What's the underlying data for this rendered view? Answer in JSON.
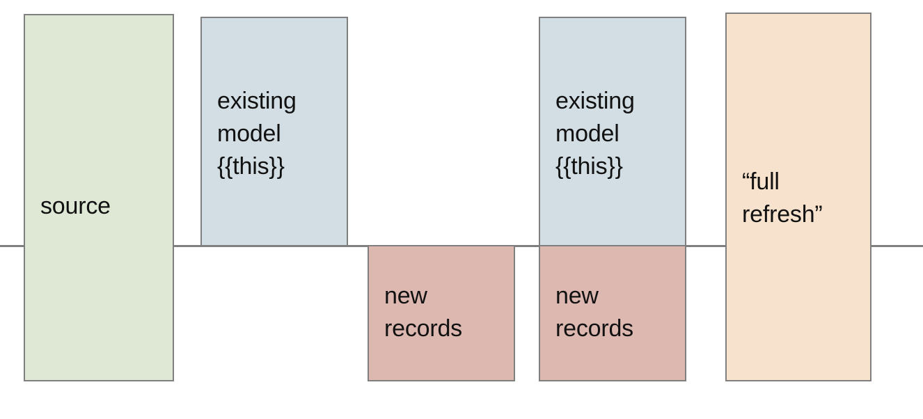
{
  "diagram": {
    "title": "incremental model full refresh diagram",
    "background_color": "#ffffff",
    "divider": {
      "name": "horizontal-axis-line",
      "color": "#7f7f7f"
    },
    "nodes": [
      {
        "id": "source",
        "label": "source",
        "fill": "#dfe8d5",
        "stroke": "#7f7f7f",
        "position": "spans above and below the line"
      },
      {
        "id": "existing-model-1",
        "label": "existing\nmodel\n{{this}}",
        "fill": "#d2dee3",
        "stroke": "#7f7f7f",
        "position": "above the line"
      },
      {
        "id": "new-records-1",
        "label": "new\nrecords",
        "fill": "#ddb8b1",
        "stroke": "#7f7f7f",
        "position": "below the line"
      },
      {
        "id": "existing-model-2",
        "label": "existing\nmodel\n{{this}}",
        "fill": "#d2dee3",
        "stroke": "#7f7f7f",
        "position": "above the line"
      },
      {
        "id": "new-records-2",
        "label": "new\nrecords",
        "fill": "#ddb8b1",
        "stroke": "#7f7f7f",
        "position": "below the line"
      },
      {
        "id": "full-refresh",
        "label": "“full\nrefresh”",
        "fill": "#f7e3cd",
        "stroke": "#7f7f7f",
        "position": "spans above and below the line"
      }
    ]
  }
}
